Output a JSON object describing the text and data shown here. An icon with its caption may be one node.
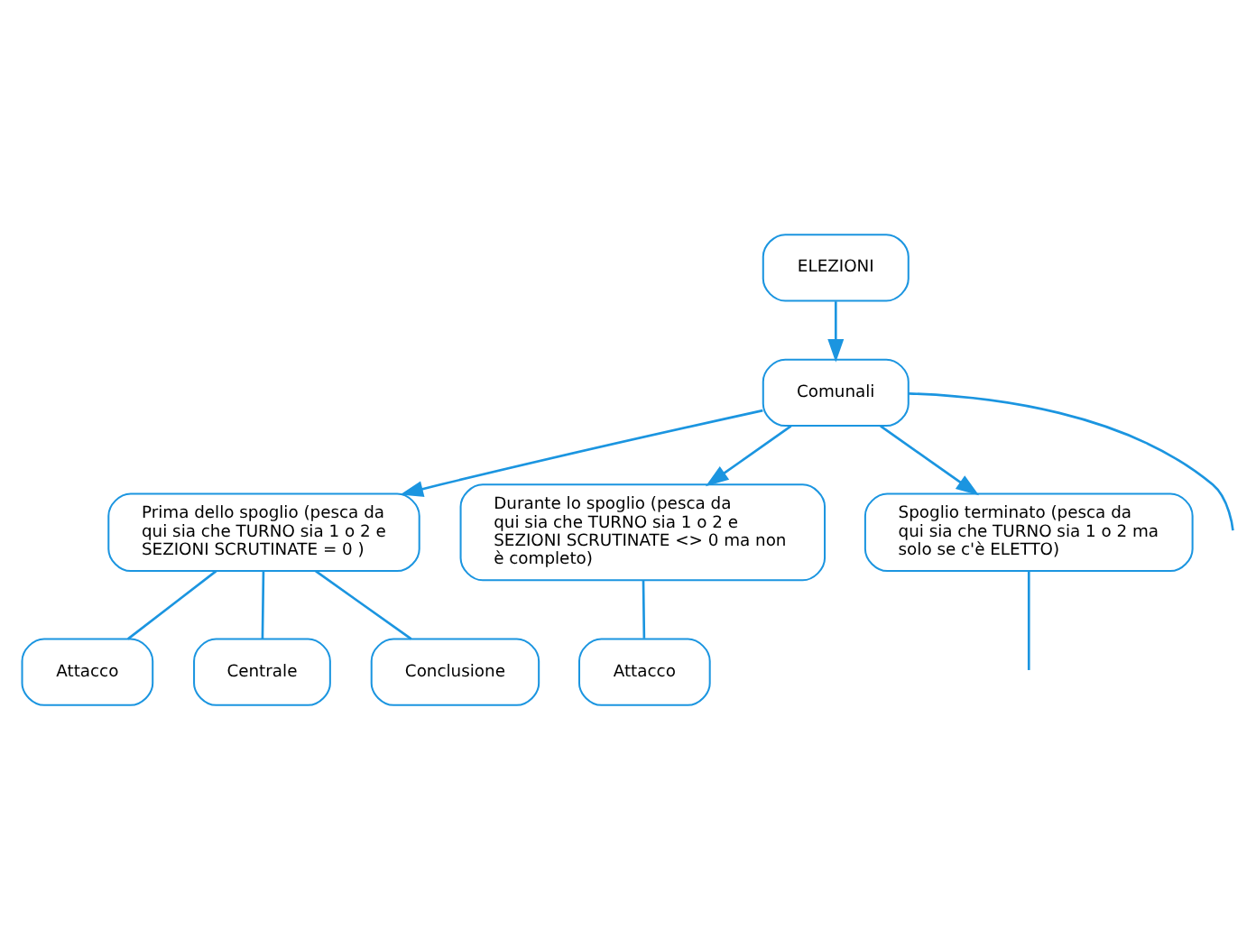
{
  "diagram": {
    "nodes": [
      {
        "text": [
          "ELEZIONI"
        ]
      },
      {
        "text": [
          "Comunali"
        ]
      },
      {
        "text": [
          "Prima dello spoglio (pesca da qui sia che TURNO sia 1 o 2 e SEZIONI SCRUTINATE = 0 )"
        ]
      },
      {
        "text": [
          "Attacco"
        ]
      },
      {
        "text": [
          "Centrale"
        ]
      },
      {
        "text": [
          "Conclusione"
        ]
      },
      {
        "text": [
          "Durante lo spoglio (pesca da qui sia che TURNO sia 1 o 2 e SEZIONI SCRUTINATE <> 0 ma non è completo)"
        ]
      },
      {
        "text": [
          "Attacco"
        ]
      },
      {
        "text": [
          "Spoglio terminato (pesca da qui sia che TURNO sia 1 o 2 ma solo se c'è ELETTO)"
        ]
      }
    ],
    "edges": [
      {
        "from": 0,
        "to": 1,
        "arrow": "to"
      },
      {
        "from": 1,
        "to": 2,
        "arrow": "to"
      },
      {
        "from": 1,
        "to": 6,
        "arrow": "to"
      },
      {
        "from": 1,
        "to": 8,
        "arrow": "to"
      },
      {
        "from": 1,
        "to": null,
        "arrow": "none"
      },
      {
        "from": 2,
        "to": 3,
        "arrow": "none"
      },
      {
        "from": 2,
        "to": 4,
        "arrow": "none"
      },
      {
        "from": 2,
        "to": 5,
        "arrow": "none"
      },
      {
        "from": 6,
        "to": 7,
        "arrow": "none"
      },
      {
        "from": 8,
        "to": null,
        "arrow": "none"
      }
    ]
  }
}
